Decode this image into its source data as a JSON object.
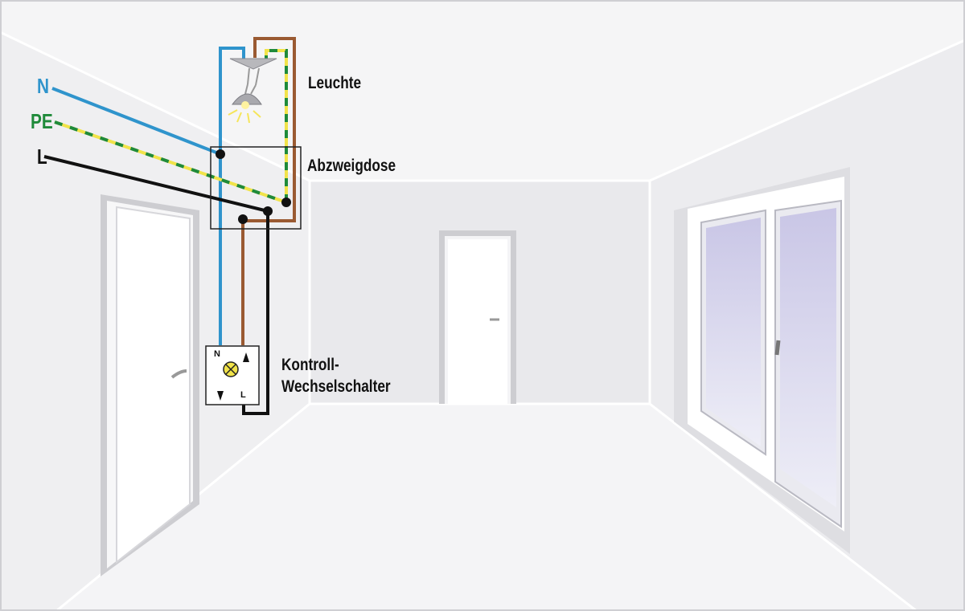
{
  "wires": {
    "n_label": "N",
    "pe_label": "PE",
    "l_label": "L"
  },
  "labels": {
    "lamp": "Leuchte",
    "junction_box": "Abzweigdose",
    "switch_line1": "Kontroll-",
    "switch_line2": "Wechselschalter"
  },
  "switch": {
    "n_terminal": "N",
    "l_terminal": "L"
  },
  "colors": {
    "neutral": "#2f94cc",
    "earth_green": "#1f8a3a",
    "earth_yellow": "#f1e34a",
    "phase": "#111111",
    "switched": "#9a5a32"
  }
}
